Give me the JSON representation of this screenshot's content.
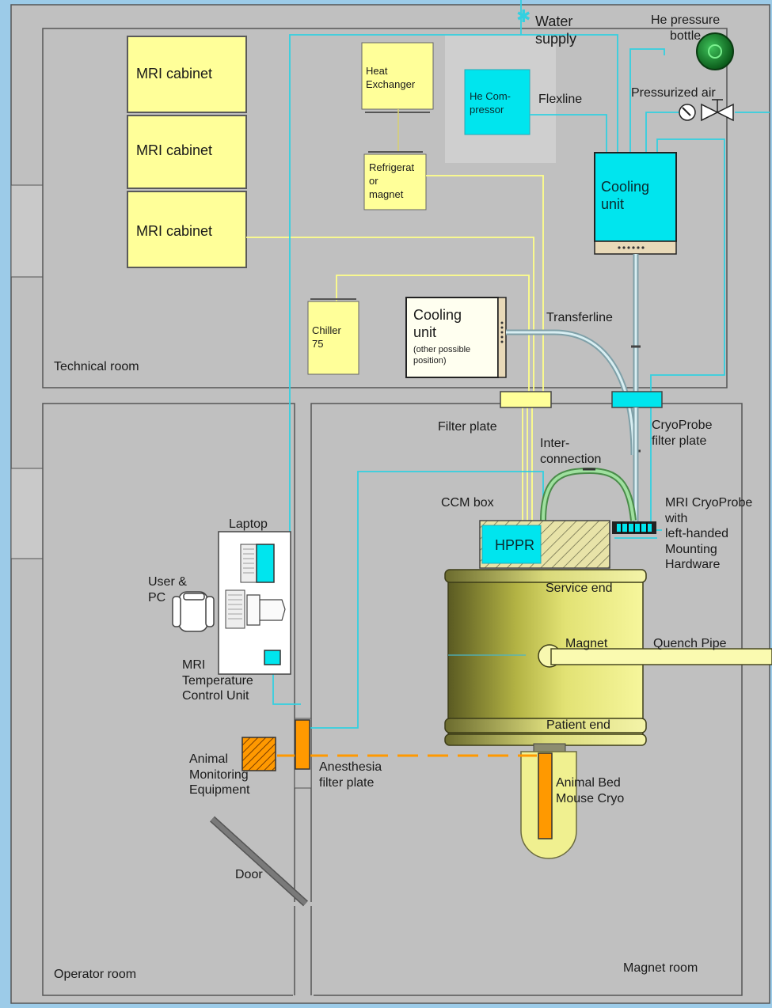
{
  "rooms": {
    "technical": "Technical room",
    "operator": "Operator room",
    "magnet": "Magnet room"
  },
  "cabinets": [
    "MRI cabinet",
    "MRI cabinet",
    "MRI cabinet"
  ],
  "technical_room": {
    "heat_exchanger": "Heat\nExchanger",
    "refrigerator": "Refrigerat\nor\nmagnet",
    "he_compressor": "He Com-\npressor",
    "flexline": "Flexline",
    "water_supply": "Water\nsupply",
    "he_bottle": "He pressure\nbottle",
    "pressurized_air": "Pressurized air",
    "cooling_unit": "Cooling\nunit",
    "chiller": "Chiller\n75",
    "cooling_unit_alt_title": "Cooling\nunit",
    "cooling_unit_alt_note": "(other possible\nposition)",
    "transferline": "Transferline"
  },
  "magnet_room": {
    "filter_plate": "Filter plate",
    "cryoprobe_filter_plate": "CryoProbe\nfilter plate",
    "interconnection": "Inter-\nconnection",
    "ccm_box": "CCM box",
    "hppr": "HPPR",
    "cryoprobe": "MRI CryoProbe\nwith\nleft-handed\nMounting\nHardware",
    "service_end": "Service end",
    "magnet": "Magnet",
    "quench_pipe": "Quench Pipe",
    "patient_end": "Patient end",
    "animal_bed": "Animal Bed\nMouse Cryo"
  },
  "operator_room": {
    "laptop": "Laptop",
    "user_pc": "User &\nPC",
    "temp_control": "MRI\nTemperature\nControl Unit",
    "animal_monitoring": "Animal\nMonitoring\nEquipment",
    "anesthesia_plate": "Anesthesia\nfilter plate",
    "door": "Door"
  },
  "colors": {
    "wall": "#9ccbe8",
    "floor": "#c0c0c0",
    "room_border": "#555555",
    "cabinet": "#ffff99",
    "cyan": "#00e5ee",
    "cyan_line": "#33d0e0",
    "yellow_line": "#ffff88",
    "orange": "#ff9900",
    "green_line": "#66cc66",
    "he_bottle": "#1c8a2e"
  }
}
